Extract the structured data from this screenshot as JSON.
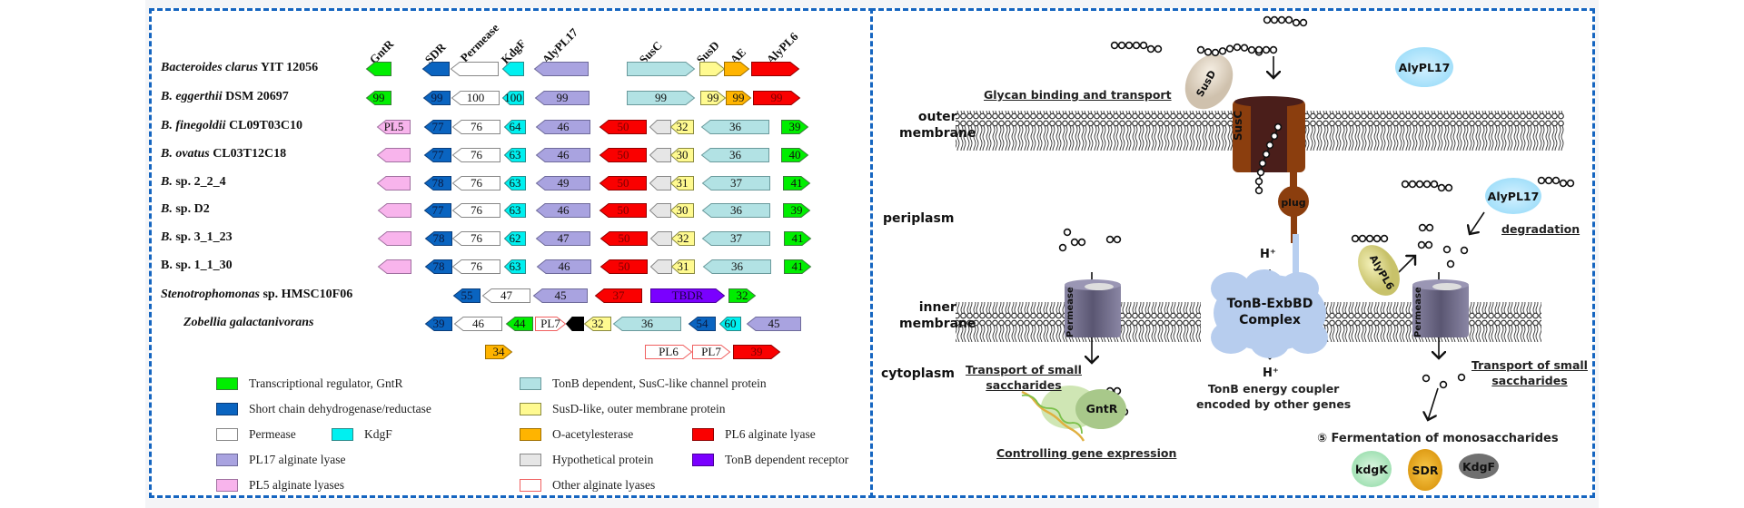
{
  "figure": {
    "left_panel": {
      "column_headers": [
        "GntR",
        "SDR",
        "Permease",
        "KdgF",
        "AlyPL17",
        "SusC",
        "SusD",
        "AE",
        "AlyPL6"
      ],
      "organisms": [
        {
          "italic": "Bacteroides clarus",
          "rest": " YIT 12056"
        },
        {
          "italic": "B. eggerthii",
          "rest": " DSM 20697"
        },
        {
          "italic": "B. finegoldii",
          "rest": " CL09T03C10"
        },
        {
          "italic": "B. ovatus",
          "rest": " CL03T12C18"
        },
        {
          "italic": "B.",
          "rest": " sp. 2_2_4"
        },
        {
          "italic": "B.",
          "rest": " sp. D2"
        },
        {
          "italic": "B.",
          "rest": " sp. 3_1_23"
        },
        {
          "italic": "",
          "rest": "B. sp. 1_1_30"
        },
        {
          "italic": "Stenotrophomonas",
          "rest": " sp. HMSC10F06"
        },
        {
          "italic": "Zobellia galactanivorans",
          "rest": ""
        }
      ],
      "gene_rows": [
        [
          {
            "type": "gntr",
            "dir": "left",
            "label": ""
          },
          {
            "type": "sdr",
            "dir": "left",
            "label": ""
          },
          {
            "type": "permease",
            "dir": "left",
            "label": ""
          },
          {
            "type": "kdgf",
            "dir": "left",
            "label": ""
          },
          {
            "type": "pl17",
            "dir": "left",
            "label": ""
          },
          {
            "type": "susc",
            "dir": "right",
            "label": ""
          },
          {
            "type": "susd",
            "dir": "right",
            "label": ""
          },
          {
            "type": "ae",
            "dir": "right",
            "label": ""
          },
          {
            "type": "pl6",
            "dir": "right",
            "label": ""
          }
        ],
        [
          {
            "type": "gntr",
            "dir": "left",
            "label": "99"
          },
          {
            "type": "sdr",
            "dir": "left",
            "label": "99"
          },
          {
            "type": "permease",
            "dir": "left",
            "label": "100"
          },
          {
            "type": "kdgf",
            "dir": "left",
            "label": "100"
          },
          {
            "type": "pl17",
            "dir": "left",
            "label": "99"
          },
          {
            "type": "susc",
            "dir": "right",
            "label": "99"
          },
          {
            "type": "susd",
            "dir": "right",
            "label": "99"
          },
          {
            "type": "ae",
            "dir": "right",
            "label": "99"
          },
          {
            "type": "pl6",
            "dir": "right",
            "label": "99"
          }
        ],
        [
          {
            "type": "pl5",
            "dir": "left",
            "label": "PL5"
          },
          {
            "type": "sdr",
            "dir": "left",
            "label": "77"
          },
          {
            "type": "permease",
            "dir": "left",
            "label": "76"
          },
          {
            "type": "kdgf",
            "dir": "left",
            "label": "64"
          },
          {
            "type": "pl17",
            "dir": "left",
            "label": "46"
          },
          {
            "type": "pl6",
            "dir": "left",
            "label": "50"
          },
          {
            "type": "hyp",
            "dir": "left",
            "label": ""
          },
          {
            "type": "susd",
            "dir": "left",
            "label": "32"
          },
          {
            "type": "susc",
            "dir": "left",
            "label": "36"
          },
          {
            "type": "gntr",
            "dir": "right",
            "label": "39"
          }
        ],
        [
          {
            "type": "pl5",
            "dir": "left",
            "label": ""
          },
          {
            "type": "sdr",
            "dir": "left",
            "label": "77"
          },
          {
            "type": "permease",
            "dir": "left",
            "label": "76"
          },
          {
            "type": "kdgf",
            "dir": "left",
            "label": "63"
          },
          {
            "type": "pl17",
            "dir": "left",
            "label": "46"
          },
          {
            "type": "pl6",
            "dir": "left",
            "label": "50"
          },
          {
            "type": "hyp",
            "dir": "left",
            "label": ""
          },
          {
            "type": "susd",
            "dir": "left",
            "label": "30"
          },
          {
            "type": "susc",
            "dir": "left",
            "label": "36"
          },
          {
            "type": "gntr",
            "dir": "right",
            "label": "40"
          }
        ],
        [
          {
            "type": "pl5",
            "dir": "left",
            "label": ""
          },
          {
            "type": "sdr",
            "dir": "left",
            "label": "78"
          },
          {
            "type": "permease",
            "dir": "left",
            "label": "76"
          },
          {
            "type": "kdgf",
            "dir": "left",
            "label": "63"
          },
          {
            "type": "pl17",
            "dir": "left",
            "label": "49"
          },
          {
            "type": "pl6",
            "dir": "left",
            "label": "50"
          },
          {
            "type": "hyp",
            "dir": "left",
            "label": ""
          },
          {
            "type": "susd",
            "dir": "left",
            "label": "31"
          },
          {
            "type": "susc",
            "dir": "left",
            "label": "37"
          },
          {
            "type": "gntr",
            "dir": "right",
            "label": "41"
          }
        ],
        [
          {
            "type": "pl5",
            "dir": "left",
            "label": ""
          },
          {
            "type": "sdr",
            "dir": "left",
            "label": "77"
          },
          {
            "type": "permease",
            "dir": "left",
            "label": "76"
          },
          {
            "type": "kdgf",
            "dir": "left",
            "label": "63"
          },
          {
            "type": "pl17",
            "dir": "left",
            "label": "46"
          },
          {
            "type": "pl6",
            "dir": "left",
            "label": "50"
          },
          {
            "type": "hyp",
            "dir": "left",
            "label": ""
          },
          {
            "type": "susd",
            "dir": "left",
            "label": "30"
          },
          {
            "type": "susc",
            "dir": "left",
            "label": "36"
          },
          {
            "type": "gntr",
            "dir": "right",
            "label": "39"
          }
        ],
        [
          {
            "type": "pl5",
            "dir": "left",
            "label": ""
          },
          {
            "type": "sdr",
            "dir": "left",
            "label": "78"
          },
          {
            "type": "permease",
            "dir": "left",
            "label": "76"
          },
          {
            "type": "kdgf",
            "dir": "left",
            "label": "62"
          },
          {
            "type": "pl17",
            "dir": "left",
            "label": "47"
          },
          {
            "type": "pl6",
            "dir": "left",
            "label": "50"
          },
          {
            "type": "hyp",
            "dir": "left",
            "label": ""
          },
          {
            "type": "susd",
            "dir": "left",
            "label": "32"
          },
          {
            "type": "susc",
            "dir": "left",
            "label": "37"
          },
          {
            "type": "gntr",
            "dir": "right",
            "label": "41"
          }
        ],
        [
          {
            "type": "pl5",
            "dir": "left",
            "label": ""
          },
          {
            "type": "sdr",
            "dir": "left",
            "label": "78"
          },
          {
            "type": "permease",
            "dir": "left",
            "label": "76"
          },
          {
            "type": "kdgf",
            "dir": "left",
            "label": "63"
          },
          {
            "type": "pl17",
            "dir": "left",
            "label": "46"
          },
          {
            "type": "pl6",
            "dir": "left",
            "label": "50"
          },
          {
            "type": "hyp",
            "dir": "left",
            "label": ""
          },
          {
            "type": "susd",
            "dir": "left",
            "label": "31"
          },
          {
            "type": "susc",
            "dir": "left",
            "label": "36"
          },
          {
            "type": "gntr",
            "dir": "right",
            "label": "41"
          }
        ],
        [
          {
            "type": "sdr",
            "dir": "left",
            "label": "55"
          },
          {
            "type": "permease",
            "dir": "left",
            "label": "47"
          },
          {
            "type": "pl17",
            "dir": "left",
            "label": "45"
          },
          {
            "type": "pl6",
            "dir": "left",
            "label": "37"
          },
          {
            "type": "tbdr",
            "dir": "right",
            "label": "TBDR"
          },
          {
            "type": "gntr",
            "dir": "right",
            "label": "32"
          }
        ],
        [
          {
            "type": "sdr",
            "dir": "left",
            "label": "39"
          },
          {
            "type": "permease",
            "dir": "left",
            "label": "46"
          },
          {
            "type": "gntr",
            "dir": "left",
            "label": "44"
          },
          {
            "type": "other",
            "dir": "right",
            "label": "PL7"
          },
          {
            "type": "black",
            "dir": "left",
            "label": ""
          },
          {
            "type": "susd",
            "dir": "left",
            "label": "32"
          },
          {
            "type": "susc",
            "dir": "left",
            "label": "36"
          },
          {
            "type": "sdr",
            "dir": "left",
            "label": "54"
          },
          {
            "type": "kdgf",
            "dir": "left",
            "label": "60"
          },
          {
            "type": "pl17",
            "dir": "left",
            "label": "45"
          }
        ],
        [
          {
            "type": "ae",
            "dir": "right",
            "label": "34"
          },
          {
            "type": "other",
            "dir": "right",
            "label": "PL6"
          },
          {
            "type": "other",
            "dir": "right",
            "label": "PL7"
          },
          {
            "type": "pl6",
            "dir": "right",
            "label": "39"
          }
        ]
      ],
      "gene_colors": {
        "gntr": {
          "fill": "#00ee00",
          "stroke": "#3a7a3a"
        },
        "sdr": {
          "fill": "#0a64c0",
          "stroke": "#0b3d7a"
        },
        "permease": {
          "fill": "#ffffff",
          "stroke": "#888888"
        },
        "kdgf": {
          "fill": "#00f0f0",
          "stroke": "#2a8a8a"
        },
        "pl17": {
          "fill": "#a9a3e0",
          "stroke": "#6e6a9a"
        },
        "pl5": {
          "fill": "#f8b4ec",
          "stroke": "#a070a0"
        },
        "susc": {
          "fill": "#b2e2e4",
          "stroke": "#6a9a9c"
        },
        "susd": {
          "fill": "#fffa90",
          "stroke": "#8a8a40"
        },
        "ae": {
          "fill": "#ffb400",
          "stroke": "#a07000"
        },
        "pl6": {
          "fill": "#fa0000",
          "stroke": "#900000"
        },
        "hyp": {
          "fill": "#e6e6e6",
          "stroke": "#888888"
        },
        "tbdr": {
          "fill": "#7a00ff",
          "stroke": "#4a0099"
        },
        "other": {
          "fill": "#ffffff",
          "stroke": "#f06060"
        },
        "black": {
          "fill": "#000000",
          "stroke": "#000000"
        }
      },
      "legend": [
        {
          "type": "gntr",
          "label": "Transcriptional regulator, GntR"
        },
        {
          "type": "sdr",
          "label": "Short chain dehydrogenase/reductase"
        },
        {
          "type": "permease",
          "label": "Permease"
        },
        {
          "type": "kdgf",
          "label": "KdgF"
        },
        {
          "type": "pl17",
          "label": "PL17 alginate lyase"
        },
        {
          "type": "pl5",
          "label": "PL5 alginate lyases"
        },
        {
          "type": "susc",
          "label": "TonB dependent, SusC-like  channel protein"
        },
        {
          "type": "susd",
          "label": "SusD-like, outer membrane protein"
        },
        {
          "type": "ae",
          "label": "O-acetylesterase"
        },
        {
          "type": "pl6",
          "label": "PL6 alginate lyase"
        },
        {
          "type": "hyp",
          "label": "Hypothetical protein"
        },
        {
          "type": "tbdr",
          "label": "TonB dependent receptor"
        },
        {
          "type": "other",
          "label": "Other alginate lyases"
        }
      ]
    },
    "right_panel": {
      "compartments": {
        "outer_membrane": "outer\nmembrane",
        "periplasm": "periplasm",
        "inner_membrane": "inner\nmembrane",
        "cytoplasm": "cytoplasm"
      },
      "proteins": {
        "susd": "SusD",
        "susc": "SusC",
        "plug": "plug",
        "alypl17_top": "AlyPL17",
        "alypl17_mid": "AlyPL17",
        "alypl6": "AlyPL6",
        "permease_left": "Permease",
        "permease_right": "Permease",
        "tonb_complex": "TonB-ExbBD\nComplex",
        "gntr": "GntR",
        "kdgk": "kdgK",
        "sdr": "SDR",
        "kdgf": "KdgF"
      },
      "annotations": {
        "glycan": "Glycan binding and transport",
        "degradation": "degradation",
        "transport_left": "Transport  of small\nsaccharides",
        "transport_right": "Transport  of small\nsaccharides",
        "controlling": "Controlling gene expression",
        "h_plus_top": "H⁺",
        "h_plus_bottom": "H⁺",
        "tonb_coupler": "TonB energy coupler\nencoded by other genes",
        "fermentation": "⑤ Fermentation of monosaccharides"
      },
      "colors": {
        "susc": "#8b3e0e",
        "susc_inner": "#4a1e1a",
        "susd": "#e8dccb",
        "alypl17": "#8fd8f8",
        "alypl6": "#d8d47a",
        "permease": "#6c6884",
        "tonb": "#a8c4ec",
        "gntr": "#b8d89a",
        "kdgk": "#a0e0b0",
        "sdr": "#f0a800",
        "kdgf": "#707070"
      }
    }
  }
}
